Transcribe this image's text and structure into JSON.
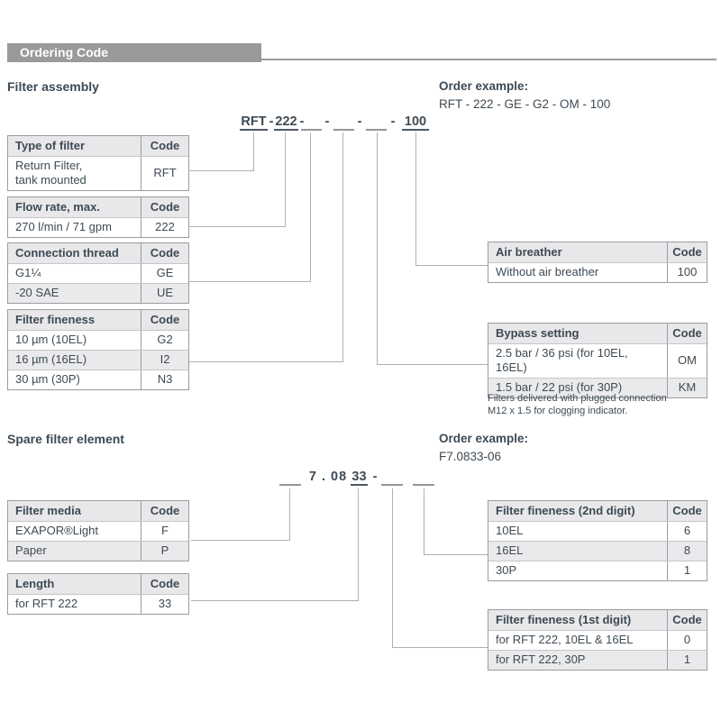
{
  "header": {
    "title": "Ordering Code"
  },
  "colors": {
    "bar": "#9a9a9a",
    "text": "#3e4a54",
    "table_border": "#9c9ca0",
    "header_row_bg": "#e8e8ea",
    "alt_row_bg": "#eaeaec",
    "connector": "#b0b0b3"
  },
  "assembly": {
    "heading": "Filter assembly",
    "order_example": {
      "label": "Order example:",
      "value": "RFT - 222 - GE - G2 - OM - 100"
    },
    "code": {
      "seg1": "RFT",
      "seg2": "222",
      "seg3": "100",
      "sep": "-"
    },
    "tables": {
      "type_of_filter": {
        "header": [
          "Type of filter",
          "Code"
        ],
        "rows": [
          [
            "Return Filter,\ntank mounted",
            "RFT"
          ]
        ]
      },
      "flow_rate": {
        "header": [
          "Flow rate, max.",
          "Code"
        ],
        "rows": [
          [
            "270 l/min / 71 gpm",
            "222"
          ]
        ]
      },
      "connection_thread": {
        "header": [
          "Connection thread",
          "Code"
        ],
        "rows": [
          [
            "G1¼",
            "GE"
          ],
          [
            "-20 SAE",
            "UE"
          ]
        ]
      },
      "filter_fineness": {
        "header": [
          "Filter fineness",
          "Code"
        ],
        "rows": [
          [
            "10 µm (10EL)",
            "G2"
          ],
          [
            "16 µm (16EL)",
            "I2"
          ],
          [
            "30 µm (30P)",
            "N3"
          ]
        ]
      },
      "air_breather": {
        "header": [
          "Air breather",
          "Code"
        ],
        "rows": [
          [
            "Without air breather",
            "100"
          ]
        ]
      },
      "bypass_setting": {
        "header": [
          "Bypass setting",
          "Code"
        ],
        "rows": [
          [
            "2.5 bar / 36 psi (for 10EL, 16EL)",
            "OM"
          ],
          [
            "1.5 bar / 22 psi (for 30P)",
            "KM"
          ]
        ]
      }
    },
    "note": "Filters delivered with plugged connection\nM12 x 1.5 for clogging indicator."
  },
  "spare": {
    "heading": "Spare filter element",
    "order_example": {
      "label": "Order example:",
      "value": "F7.0833-06"
    },
    "code": {
      "series": "7 . 08",
      "length": "33",
      "sep": "-"
    },
    "tables": {
      "filter_media": {
        "header": [
          "Filter media",
          "Code"
        ],
        "rows": [
          [
            "EXAPOR®Light",
            "F"
          ],
          [
            "Paper",
            "P"
          ]
        ]
      },
      "length": {
        "header": [
          "Length",
          "Code"
        ],
        "rows": [
          [
            "for RFT 222",
            "33"
          ]
        ]
      },
      "fineness_2nd": {
        "header": [
          "Filter fineness (2nd digit)",
          "Code"
        ],
        "rows": [
          [
            "10EL",
            "6"
          ],
          [
            "16EL",
            "8"
          ],
          [
            "30P",
            "1"
          ]
        ]
      },
      "fineness_1st": {
        "header": [
          "Filter fineness (1st digit)",
          "Code"
        ],
        "rows": [
          [
            "for RFT 222, 10EL & 16EL",
            "0"
          ],
          [
            "for RFT 222, 30P",
            "1"
          ]
        ]
      }
    }
  }
}
